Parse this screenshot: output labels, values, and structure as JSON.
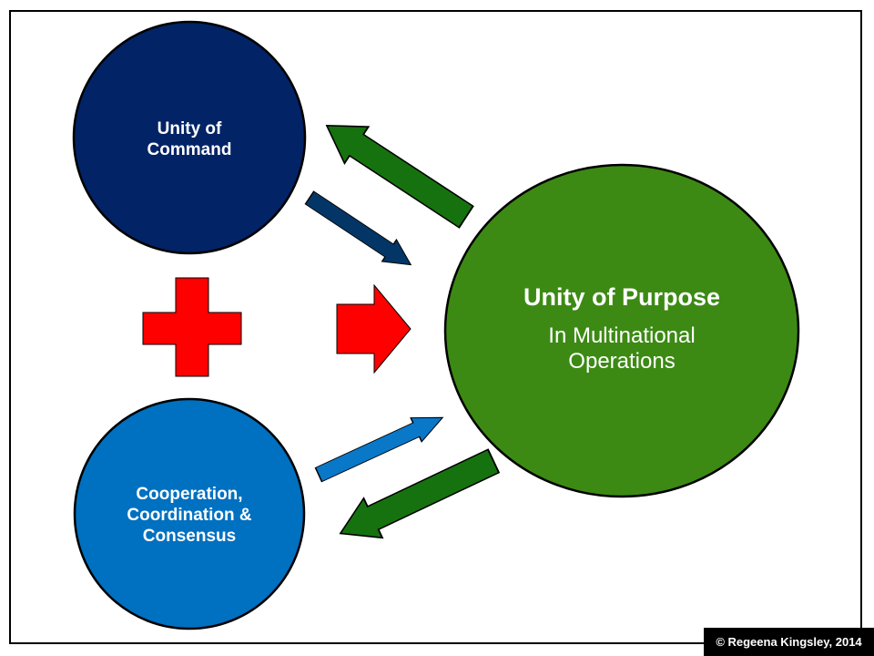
{
  "colors": {
    "command_fill": "#022366",
    "cooperation_fill": "#0070c0",
    "purpose_fill": "#3c8a14",
    "green_arrow": "#16720f",
    "navy_arrow": "#033666",
    "blue_arrow": "#0a78c8",
    "red": "#ff0000"
  },
  "nodes": {
    "command": {
      "line1": "Unity  of",
      "line2": "Command"
    },
    "cooperation": {
      "line1": "Cooperation,",
      "line2": "Coordination  &",
      "line3": "Consensus"
    },
    "purpose": {
      "title": "Unity of Purpose",
      "line1": "In Multinational",
      "line2": "Operations"
    }
  },
  "copyright": "© Regeena Kingsley, 2014"
}
